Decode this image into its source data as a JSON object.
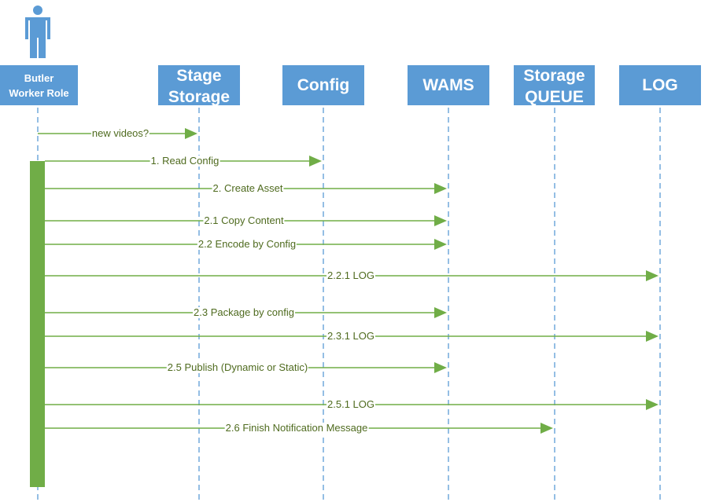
{
  "colors": {
    "participant": "#5B9BD5",
    "message": "#70AD47",
    "activation": "#70AD47",
    "lifeline": "#5B9BD5"
  },
  "actor_icon": "person-icon",
  "participants": [
    {
      "id": "butler",
      "label": "Butler Worker Role"
    },
    {
      "id": "stage",
      "label": "Stage Storage"
    },
    {
      "id": "config",
      "label": "Config"
    },
    {
      "id": "wams",
      "label": "WAMS"
    },
    {
      "id": "queue",
      "label": "Storage QUEUE"
    },
    {
      "id": "log",
      "label": "LOG"
    }
  ],
  "messages": [
    {
      "label": "new videos?",
      "from": "butler",
      "to": "stage"
    },
    {
      "label": "1. Read Config",
      "from": "butler",
      "to": "config"
    },
    {
      "label": "2. Create Asset",
      "from": "butler",
      "to": "wams"
    },
    {
      "label": "2.1 Copy Content",
      "from": "butler",
      "to": "wams"
    },
    {
      "label": "2.2 Encode by Config",
      "from": "butler",
      "to": "wams"
    },
    {
      "label": "2.2.1 LOG",
      "from": "butler",
      "to": "log"
    },
    {
      "label": "2.3 Package by config",
      "from": "butler",
      "to": "wams"
    },
    {
      "label": "2.3.1 LOG",
      "from": "butler",
      "to": "log"
    },
    {
      "label": "2.5 Publish (Dynamic or Static)",
      "from": "butler",
      "to": "wams"
    },
    {
      "label": "2.5.1 LOG",
      "from": "butler",
      "to": "log"
    },
    {
      "label": "2.6 Finish Notification Message",
      "from": "butler",
      "to": "queue"
    }
  ]
}
